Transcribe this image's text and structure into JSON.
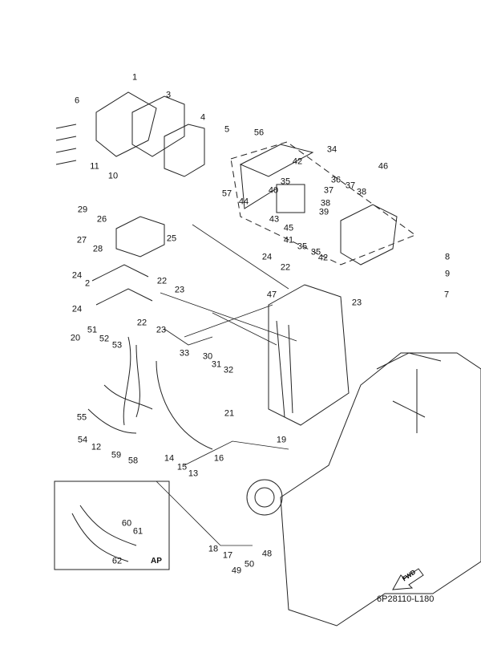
{
  "diagram": {
    "drawing_code": "6P28110-L180",
    "variant_box_label": "AP",
    "direction_arrow": "FWD",
    "part_labels": [
      "1",
      "6",
      "3",
      "4",
      "5",
      "11",
      "10",
      "56",
      "34",
      "42",
      "46",
      "35",
      "40",
      "57",
      "44",
      "36",
      "37",
      "37",
      "38",
      "38",
      "43",
      "39",
      "45",
      "41",
      "35",
      "35",
      "42",
      "29",
      "26",
      "27",
      "28",
      "25",
      "8",
      "9",
      "7",
      "24",
      "22",
      "24",
      "2",
      "22",
      "23",
      "24",
      "47",
      "23",
      "22",
      "23",
      "51",
      "52",
      "53",
      "20",
      "33",
      "30",
      "31",
      "32",
      "21",
      "19",
      "55",
      "54",
      "12",
      "59",
      "58",
      "14",
      "15",
      "13",
      "16",
      "60",
      "61",
      "62",
      "18",
      "17",
      "48",
      "50",
      "49"
    ]
  }
}
